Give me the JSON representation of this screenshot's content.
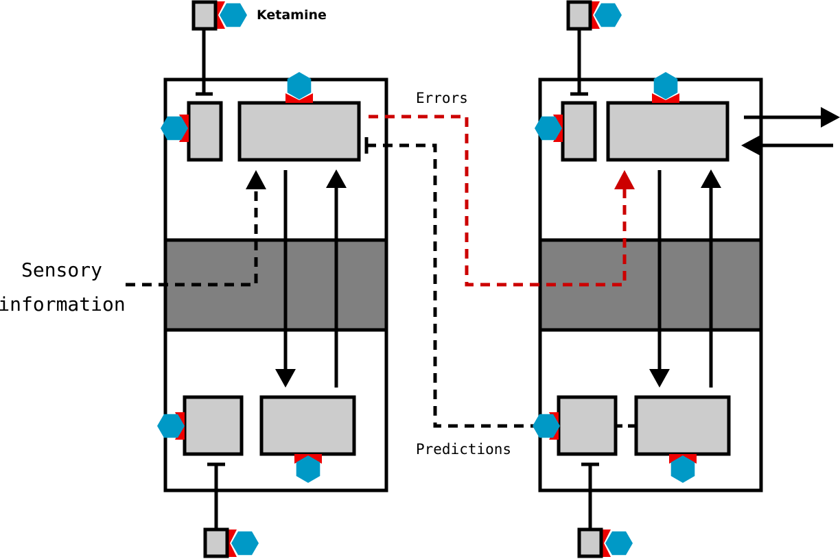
{
  "labels": {
    "ketamine": "Ketamine",
    "errors": "Errors",
    "predictions": "Predictions",
    "sensory_line1": "Sensory",
    "sensory_line2": "information"
  },
  "colors": {
    "cell_fill": "#cccccc",
    "layer_band": "#808080",
    "outline": "#000000",
    "error_path": "#cc0000",
    "receptor_red": "#ee0000",
    "ketamine_blue": "#0099c6"
  }
}
